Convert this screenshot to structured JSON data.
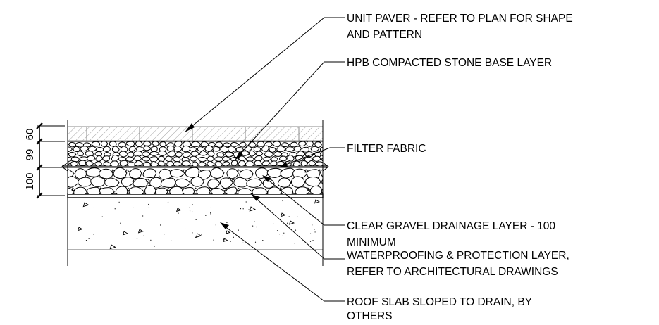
{
  "diagram": {
    "layers": [
      {
        "key": "paver",
        "thickness_label": "60"
      },
      {
        "key": "stone_base",
        "thickness_label": "99"
      },
      {
        "key": "gravel",
        "thickness_label": "100"
      }
    ],
    "callouts": [
      {
        "id": "unit-paver",
        "lines": [
          "UNIT PAVER - REFER TO PLAN FOR SHAPE",
          "AND PATTERN"
        ]
      },
      {
        "id": "stone-base",
        "lines": [
          "HPB COMPACTED STONE BASE LAYER"
        ]
      },
      {
        "id": "filter-fabric",
        "lines": [
          "FILTER FABRIC"
        ]
      },
      {
        "id": "gravel-drainage",
        "lines": [
          "CLEAR GRAVEL DRAINAGE LAYER - 100",
          "MINIMUM"
        ]
      },
      {
        "id": "waterproofing",
        "lines": [
          "WATERPROOFING & PROTECTION LAYER,",
          "REFER TO ARCHITECTURAL DRAWINGS"
        ]
      },
      {
        "id": "roof-slab",
        "lines": [
          "ROOF SLAB SLOPED TO DRAIN, BY",
          "OTHERS"
        ]
      }
    ]
  }
}
